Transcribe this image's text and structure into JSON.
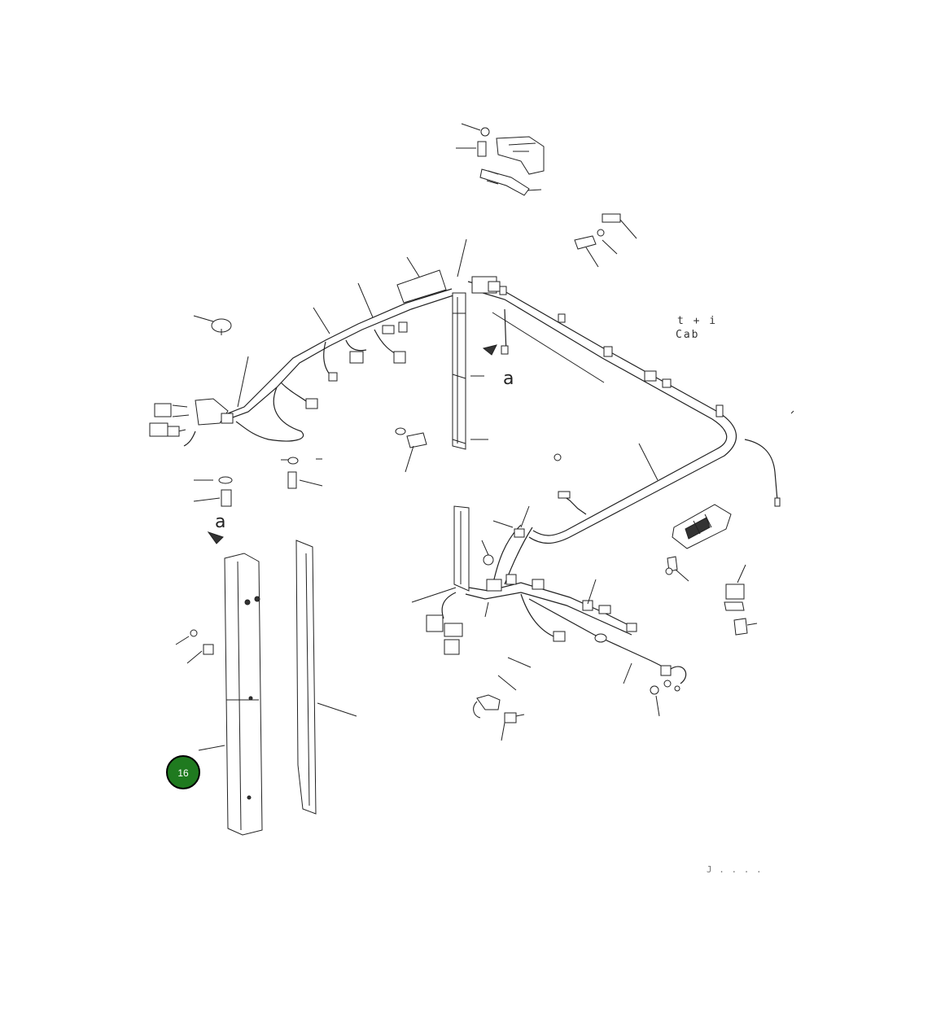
{
  "labels": {
    "cab_line1": "t + i",
    "cab_line2": "Cab",
    "detail_a_upper": "a",
    "detail_a_lower": "a",
    "drawing_code": "J . . . ."
  },
  "callout": {
    "number": "16",
    "color": "#1f7a1f",
    "border": "#000000"
  }
}
